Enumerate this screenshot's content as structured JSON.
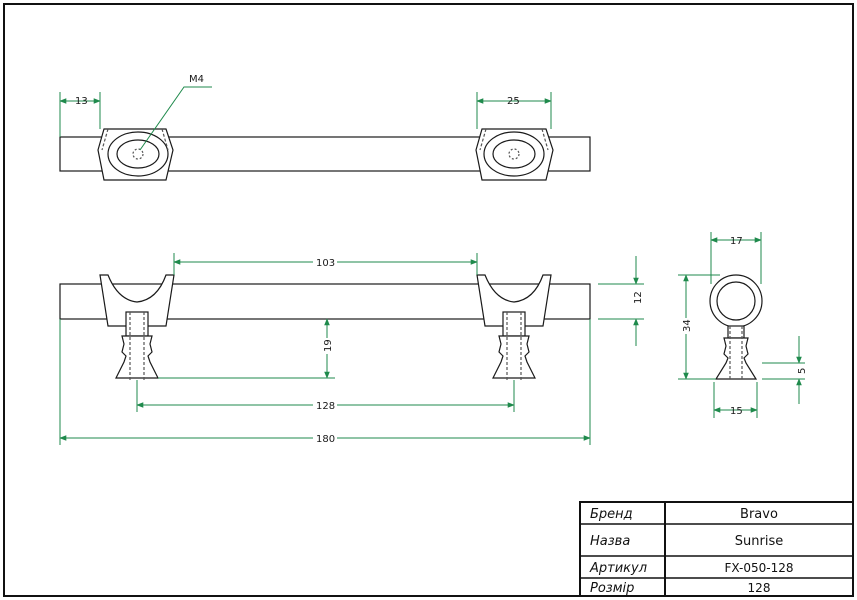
{
  "top_view": {
    "thread_label": "M4",
    "dim_offset": "13",
    "dim_post_width": "25"
  },
  "front_view": {
    "dim_103": "103",
    "dim_12": "12",
    "dim_19": "19",
    "dim_128": "128",
    "dim_180": "180"
  },
  "side_view": {
    "dim_17": "17",
    "dim_34": "34",
    "dim_5": "5",
    "dim_15": "15"
  },
  "title_block": {
    "rows": [
      {
        "label": "Бренд",
        "value": "Bravo"
      },
      {
        "label": "Назва",
        "value": "Sunrise"
      },
      {
        "label": "Артикул",
        "value": "FX-050-128"
      },
      {
        "label": "Розмір",
        "value": "128"
      }
    ]
  },
  "colors": {
    "dimension": "#1f8a4c",
    "outline": "#1a1a1a",
    "hidden": "#555555"
  }
}
